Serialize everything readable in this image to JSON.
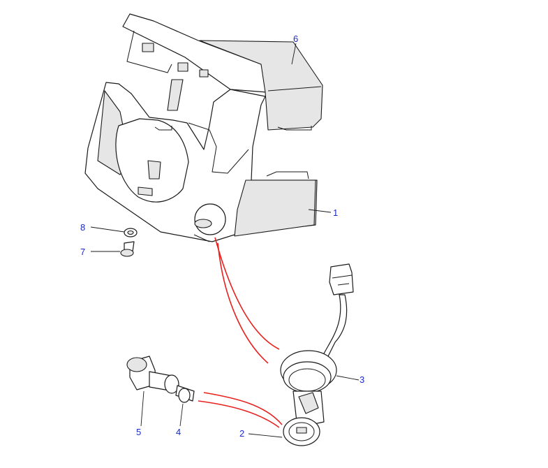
{
  "callouts": [
    {
      "id": "1",
      "label": "1"
    },
    {
      "id": "2",
      "label": "2"
    },
    {
      "id": "3",
      "label": "3"
    },
    {
      "id": "4",
      "label": "4"
    },
    {
      "id": "5",
      "label": "5"
    },
    {
      "id": "6",
      "label": "6"
    },
    {
      "id": "7",
      "label": "7"
    },
    {
      "id": "8",
      "label": "8"
    }
  ],
  "colors": {
    "callout_text": "#1b2bc4",
    "guide_lines": "#e8211e",
    "line_art": "#1a1a1a"
  }
}
